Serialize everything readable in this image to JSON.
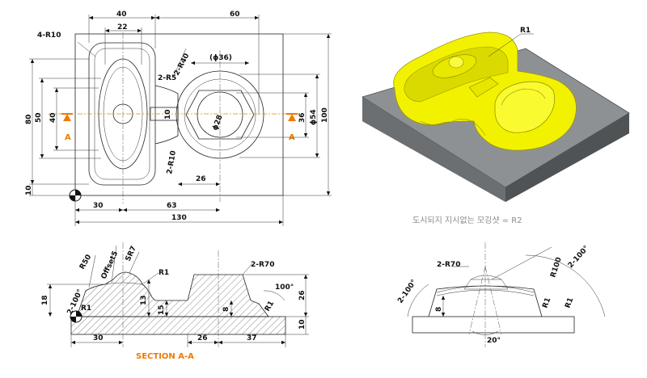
{
  "top_view": {
    "dims": {
      "d40": "40",
      "d22": "22",
      "d60": "60",
      "r10": "4-R10",
      "r40": "2-R40",
      "r5": "2-R5",
      "d36p": "(ϕ36)",
      "d28": "ϕ28",
      "d10": "10",
      "r10b": "2-R10",
      "d26": "26",
      "d80": "80",
      "d50": "50",
      "d40v": "40",
      "d36": "36",
      "d54": "ϕ54",
      "d100": "100",
      "d10b": "10",
      "d30": "30",
      "d63": "63",
      "d130": "130"
    },
    "section_marks": {
      "left": "A",
      "right": "A"
    }
  },
  "iso_view": {
    "label_r1": "R1",
    "note": "도시되지 지시없는 모깅샷 = R2",
    "colors": {
      "part": "#f2f200",
      "part_shade": "#c9c400",
      "base_top": "#8a8d90",
      "base_side": "#5f6265"
    }
  },
  "section_view": {
    "title": "SECTION A-A",
    "title_color": "#ee7a00",
    "dims": {
      "r50": "R50",
      "offset5": "Offset5",
      "sr7": "SR7",
      "r1a": "R1",
      "r70": "2-R70",
      "d18": "18",
      "a100l": "2-100°",
      "r1b": "R1",
      "d13": "13",
      "d15": "15",
      "d8": "8",
      "a100r": "100°",
      "r1c": "R1",
      "d26v": "26",
      "d10": "10",
      "d30": "30",
      "d26": "26",
      "d37": "37"
    }
  },
  "side_view": {
    "dims": {
      "r70": "2-R70",
      "r100": "R100",
      "a100r": "2-100°",
      "a100l": "2-100°",
      "d8": "8",
      "r1a": "R1",
      "r1b": "R1",
      "d20": "20°"
    }
  }
}
